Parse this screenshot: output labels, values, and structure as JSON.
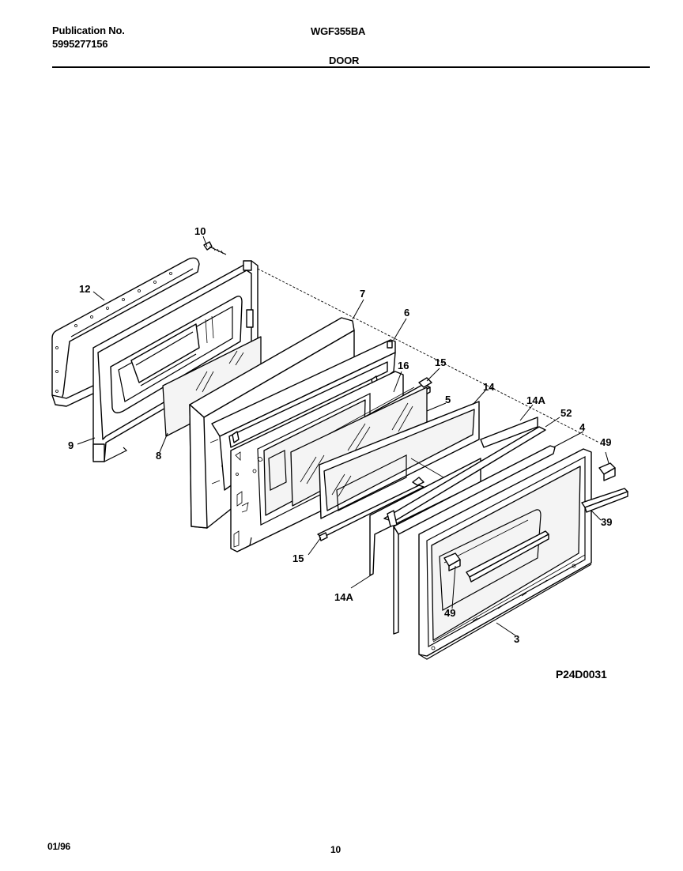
{
  "header": {
    "publication_label": "Publication No.",
    "publication_number": "5995277156",
    "model": "WGF355BA",
    "section": "DOOR"
  },
  "diagram": {
    "code": "P24D0031",
    "callouts": {
      "c10": "10",
      "c12": "12",
      "c7": "7",
      "c6": "6",
      "c16": "16",
      "c15a": "15",
      "c5": "5",
      "c14": "14",
      "c14a_top": "14A",
      "c52": "52",
      "c4": "4",
      "c49a": "49",
      "c9": "9",
      "c8": "8",
      "c39": "39",
      "c15b": "15",
      "c14a_bottom": "14A",
      "c49b": "49",
      "c3": "3"
    }
  },
  "footer": {
    "date": "01/96",
    "page": "10"
  }
}
